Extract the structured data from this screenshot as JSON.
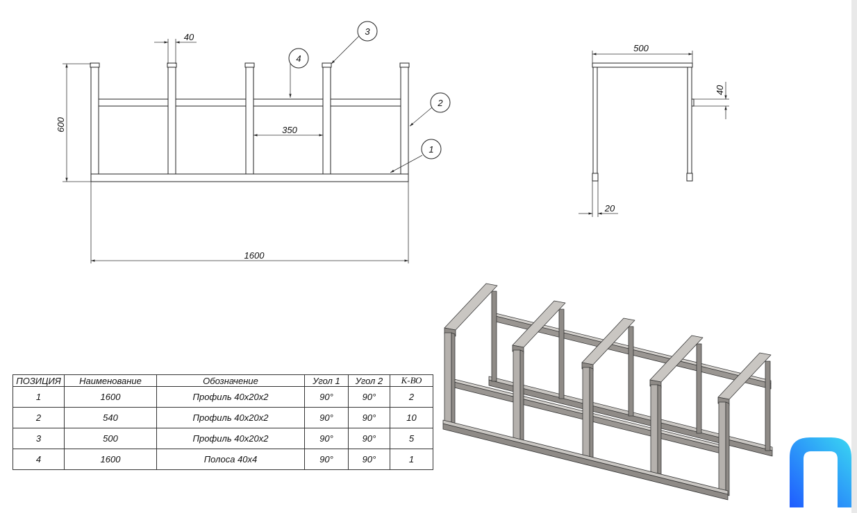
{
  "front_view": {
    "dim_width": "1600",
    "dim_height": "600",
    "dim_gap": "350",
    "dim_post": "40",
    "callouts": [
      "1",
      "2",
      "3",
      "4"
    ]
  },
  "side_view": {
    "dim_width": "500",
    "dim_bar": "40",
    "dim_profile": "20"
  },
  "bom": {
    "headers": [
      "ПОЗИЦИЯ",
      "Наименование",
      "Обозначение",
      "Угол 1",
      "Угол 2",
      "К-ВО"
    ],
    "rows": [
      [
        "1",
        "1600",
        "Профиль 40х20х2",
        "90°",
        "90°",
        "2"
      ],
      [
        "2",
        "540",
        "Профиль 40х20х2",
        "90°",
        "90°",
        "10"
      ],
      [
        "3",
        "500",
        "Профиль 40х20х2",
        "90°",
        "90°",
        "5"
      ],
      [
        "4",
        "1600",
        "Полоса 40х4",
        "90°",
        "90°",
        "1"
      ]
    ]
  },
  "colors": {
    "line": "#222222",
    "steel_top": "#c9c6c2",
    "steel_side": "#8f8b87",
    "logo_blue": "#1f5bff",
    "logo_cyan": "#3ad7f2"
  },
  "icons": {
    "brand": "p-logo-icon"
  }
}
